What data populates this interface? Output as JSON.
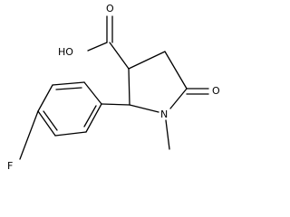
{
  "atoms": {
    "carboxyl_oh": "HO",
    "carboxyl_o": "O",
    "ring_n": "N",
    "keto_o": "O",
    "fluorine": "F"
  }
}
